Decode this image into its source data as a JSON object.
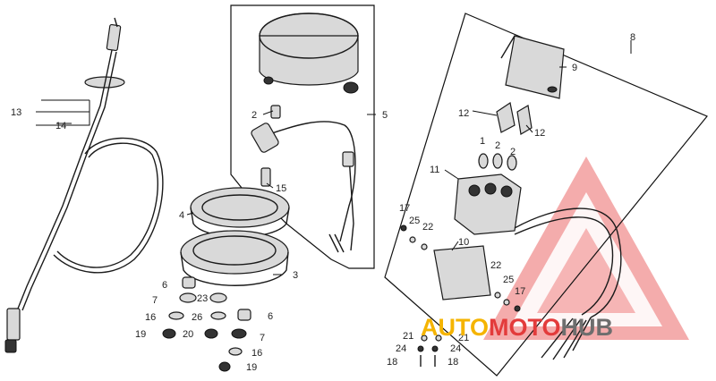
{
  "diagram": {
    "callouts": {
      "c1a": "1",
      "c1b": "2",
      "c1c": "2",
      "c2": "2",
      "c3": "3",
      "c4": "4",
      "c5": "5",
      "c6a": "6",
      "c6b": "6",
      "c7a": "7",
      "c7b": "7",
      "c8": "8",
      "c9": "9",
      "c10": "10",
      "c11": "11",
      "c12a": "12",
      "c12b": "12",
      "c13": "13",
      "c14": "14",
      "c15": "15",
      "c16a": "16",
      "c16b": "16",
      "c17a": "17",
      "c17b": "17",
      "c18a": "18",
      "c18b": "18",
      "c19a": "19",
      "c19b": "19",
      "c20": "20",
      "c21a": "21",
      "c21b": "21",
      "c22a": "22",
      "c22b": "22",
      "c23": "23",
      "c24a": "24",
      "c24b": "24",
      "c25a": "25",
      "c25b": "25",
      "c26": "26"
    }
  },
  "watermark": {
    "part1": "AUTO",
    "part2": "MOTO",
    "part3": "HUB",
    "color_red": "#e33b3b",
    "color_yellow": "#f5b400",
    "color_gray": "#6e6e6e"
  }
}
